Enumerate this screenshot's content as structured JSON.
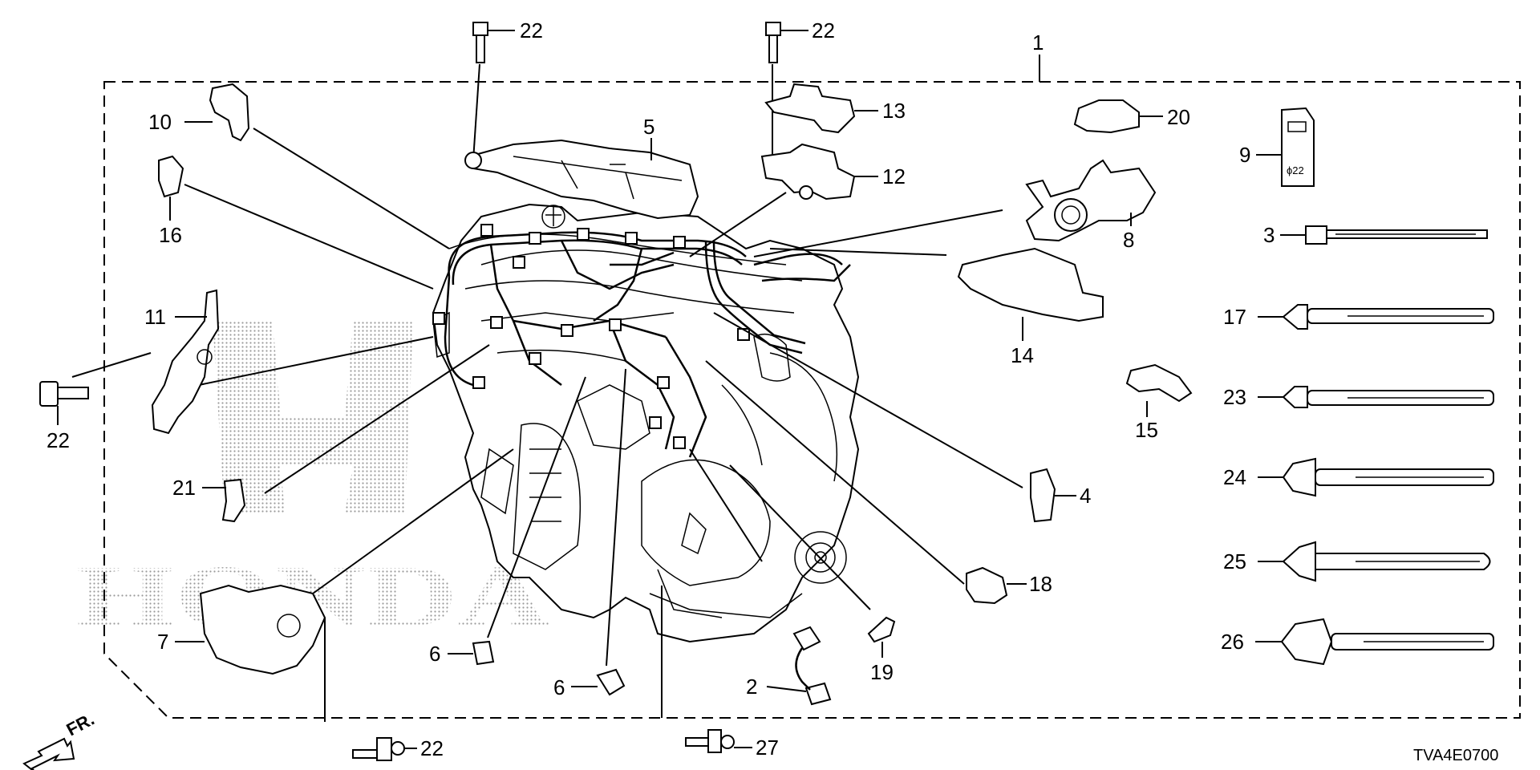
{
  "labels": {
    "p1": "1",
    "p2": "2",
    "p3": "3",
    "p4": "4",
    "p5": "5",
    "p6a": "6",
    "p6b": "6",
    "p7": "7",
    "p8": "8",
    "p9": "9",
    "p10": "10",
    "p11": "11",
    "p12": "12",
    "p13": "13",
    "p14": "14",
    "p15": "15",
    "p16": "16",
    "p17": "17",
    "p18": "18",
    "p19": "19",
    "p20": "20",
    "p21": "21",
    "p22a": "22",
    "p22b": "22",
    "p22c": "22",
    "p22d": "22",
    "p23": "23",
    "p24": "24",
    "p25": "25",
    "p26": "26",
    "p27": "27"
  },
  "clip_text": "ϕ22",
  "watermark": "HONDA",
  "front_marker": "FR.",
  "diagram_code": "TVA4E0700",
  "icons": {
    "front_arrow": "arrow-down-left-icon"
  }
}
